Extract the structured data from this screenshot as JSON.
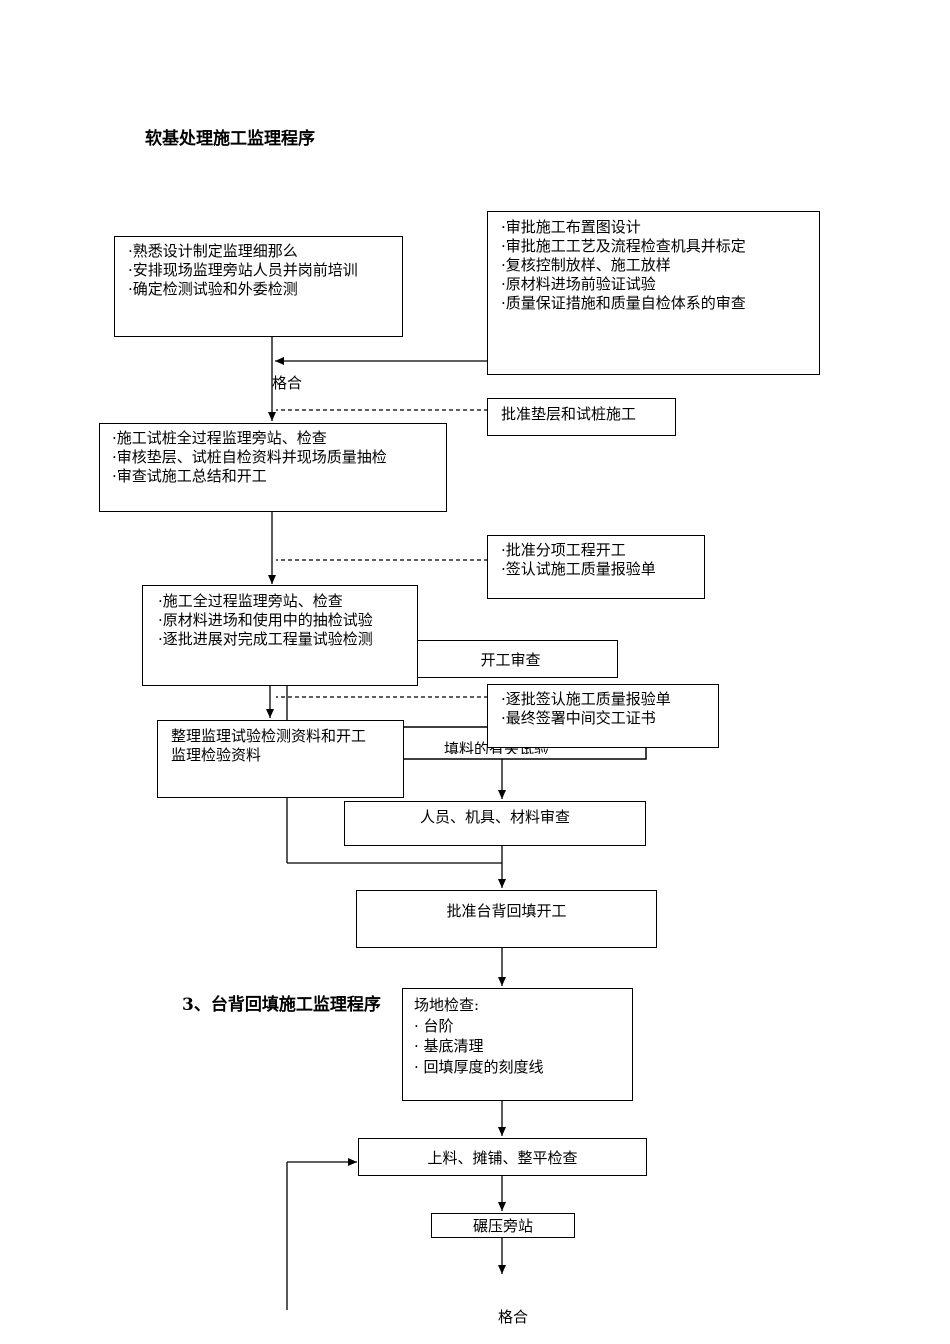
{
  "titles": {
    "main": "软基处理施工监理程序",
    "section3": "3、台背回填施工监理程序"
  },
  "labels": {
    "pass1": "格合",
    "pass2": "格合"
  },
  "boxes": {
    "prep": [
      "·熟悉设计制定监理细那么",
      "·安排现场监理旁站人员并岗前培训",
      "·确定检测试验和外委检测"
    ],
    "review": [
      "·审批施工布置图设计",
      "·审批施工工艺及流程检查机具并标定",
      "·复核控制放样、施工放样",
      "·原材料进场前验证试验",
      "·质量保证措施和质量自检体系的审查"
    ],
    "approve_trial": [
      "批准垫层和试桩施工"
    ],
    "trial_supervise": [
      "·施工试桩全过程监理旁站、检查",
      "·审核垫层、试桩自检资料并现场质量抽检",
      "·审查试施工总结和开工"
    ],
    "approve_sub": [
      "·批准分项工程开工",
      "·签认试施工质量报验单"
    ],
    "full_supervise": [
      "·施工全过程监理旁站、检查",
      "·原材料进场和使用中的抽检试验",
      "·逐批进展对完成工程量试验检测"
    ],
    "start_review": "开工审查",
    "sign_batch": [
      "·逐批签认施工质量报验单",
      "·最终签署中间交工证书"
    ],
    "fill_test": "填料的有关试验",
    "organize": [
      "整理监理试验检测资料和开工",
      "监理检验资料"
    ],
    "people": "人员、机具、材料审查",
    "approve_backfill": "批准台背回填开工",
    "site_check": [
      "场地检查:",
      "· 台阶",
      "· 基底清理",
      "· 回填厚度的刻度线"
    ],
    "spread": "上料、摊铺、整平检查",
    "compact": "碾压旁站"
  }
}
